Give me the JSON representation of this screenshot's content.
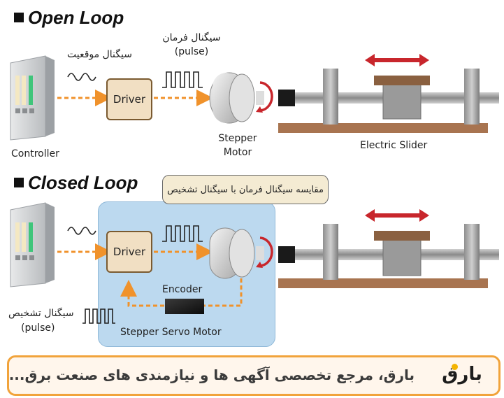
{
  "open_loop": {
    "title": "Open Loop",
    "controller_label": "Controller",
    "position_signal_label": "سیگنال موقعیت",
    "command_signal_label": "سیگنال فرمان",
    "command_signal_sub": "(pulse)",
    "driver_label": "Driver",
    "motor_label_line1": "Stepper",
    "motor_label_line2": "Motor",
    "slider_label": "Electric Slider"
  },
  "closed_loop": {
    "title": "Closed Loop",
    "bubble_text": "مقایسه سیگنال فرمان با سیگنال تشخیص",
    "driver_label": "Driver",
    "encoder_label": "Encoder",
    "servo_label": "Stepper Servo Motor",
    "detect_signal_label": "سیگنال تشخیص",
    "detect_signal_sub": "(pulse)"
  },
  "footer": {
    "tagline": "بارق، مرجع تخصصی آگهی ها و نیازمندی های صنعت برق...",
    "logo_text": "بارق"
  },
  "colors": {
    "arrow_orange": "#f0922b",
    "driver_fill": "#f1dfc3",
    "closed_loop_bg": "#bcd9ef",
    "slider_arrow": "#c8262c",
    "rail_brown": "#a87450",
    "footer_border": "#f1a33b"
  }
}
